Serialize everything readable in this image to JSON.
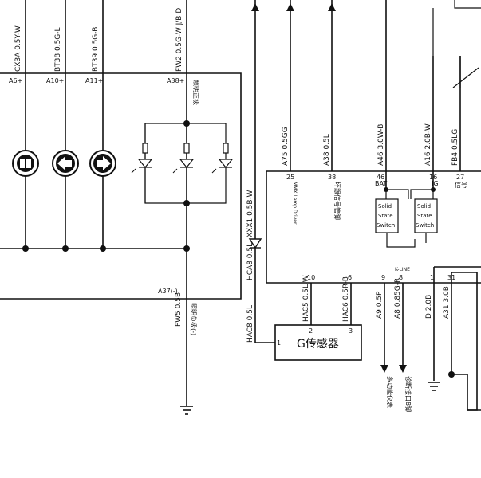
{
  "left_module": {
    "top_wires": [
      {
        "pin": "A6+",
        "wire": "CX3A 0.5Y-W"
      },
      {
        "pin": "A10+",
        "wire": "BT38 0.5G-L"
      },
      {
        "pin": "A11+",
        "wire": "BT39 0.5G-B"
      },
      {
        "pin": "A38+",
        "wire": "FW2  0.5G-W  J/B D"
      }
    ],
    "illum_label": "照明正极",
    "bottom_pin": "A37(-)",
    "bottom_wire": "FW5 0.5B",
    "illum_neg_label": "照明负极(-)"
  },
  "diode_wires": {
    "upper": "XXX1 0.5B-W",
    "lower": "HCA8 0.5L",
    "bottom": "HAC8 0.5L"
  },
  "right_module": {
    "pins": [
      {
        "num": "25",
        "name": "MMX Lamp Driver",
        "wire": "A75 0.5GG"
      },
      {
        "num": "38",
        "name": "坏跟信号管脚",
        "wire": "A38 0.5L"
      },
      {
        "num": "46",
        "name": "BAT",
        "wire": "A46  3.0W-B"
      },
      {
        "num": "16",
        "name": "IG",
        "wire": "A16  2.0B-W"
      },
      {
        "num": "27",
        "name": "信号",
        "wire": "FB4  0.5LG"
      }
    ],
    "switch_label": "Solid State Switch",
    "bottom_pins": [
      "10",
      "6",
      "9",
      "8",
      "1",
      "31"
    ],
    "kline_label": "K-LINE",
    "bottom_wires": [
      "HAC5 0.5L-W",
      "HAC6 0.5R-B",
      "A9  0.5P",
      "A8  0.85G-R",
      "D  2.0B",
      "A31 3.0B"
    ]
  },
  "g_sensor": {
    "title": "G传感器",
    "pins": [
      "1",
      "2",
      "3"
    ]
  },
  "destinations": [
    "多功能仪表",
    "诊断接口8脚"
  ]
}
